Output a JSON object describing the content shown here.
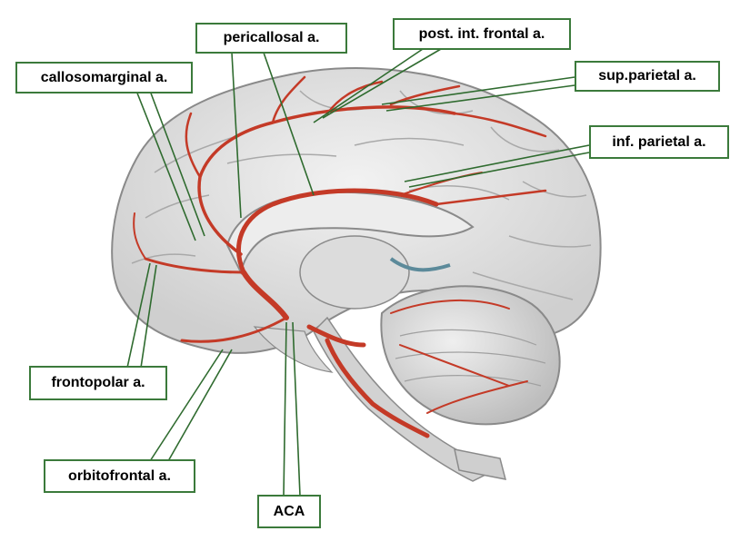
{
  "labels": {
    "pericallosal": "pericallosal a.",
    "post_int_frontal": "post. int. frontal a.",
    "callosomarginal": "callosomarginal a.",
    "sup_parietal": "sup.parietal a.",
    "inf_parietal": "inf. parietal a.",
    "frontopolar": "frontopolar a.",
    "orbitofrontal": "orbitofrontal a.",
    "aca": "ACA"
  },
  "colors": {
    "artery": "#c43a27",
    "label_border": "#3b7a3b",
    "brain_fill": "#e4e4e4",
    "brain_outline": "#8a8a8a",
    "leader_line": "#2f6b2f",
    "vein": "#5c8a9a"
  }
}
